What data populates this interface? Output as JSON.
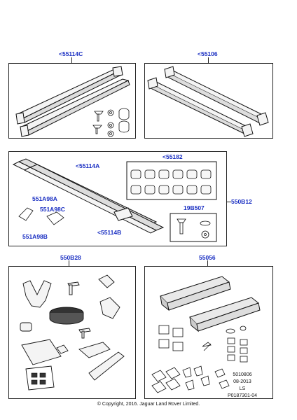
{
  "panels": {
    "top_left": {
      "ref": "<55114C"
    },
    "top_right": {
      "ref": "<55106"
    },
    "middle": {
      "ref_right": "550B12",
      "ref_rails": "<55114A",
      "ref_caps": "<55182",
      "ref_clamp_a": "551A98A",
      "ref_clamp_c": "551A98C",
      "ref_clamp_b": "551A98B",
      "ref_rail_b": "<55114B",
      "ref_bolt_kit": "19B507"
    },
    "bottom_left": {
      "ref": "550B28"
    },
    "bottom_right": {
      "ref": "55056"
    }
  },
  "info": {
    "number": "5010806",
    "date": "08-2013",
    "code": "LS",
    "plate": "P0187301-04"
  },
  "copyright": "© Copyright, 2016. Jaguar Land Rover Limited."
}
